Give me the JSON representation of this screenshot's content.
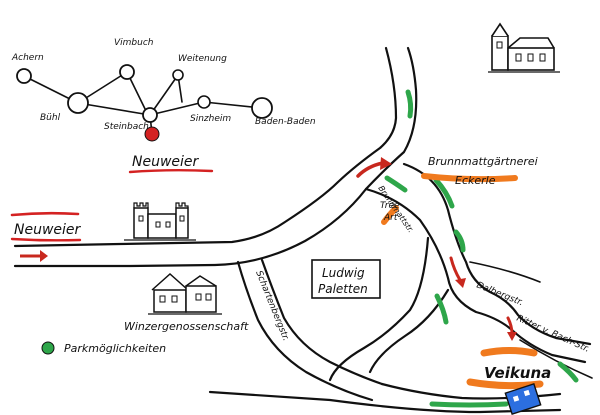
{
  "colors": {
    "ink": "#111111",
    "highlight_red": "#d42222",
    "highlight_orange": "#f07a1e",
    "parking_green": "#2ea64a",
    "arrow_red": "#c8281e",
    "water_blue": "#2c6fe0"
  },
  "overview": {
    "towns": [
      "Achern",
      "Vimbuch",
      "Weitenung",
      "Bühl",
      "Steinbach",
      "Sinzheim",
      "Baden-Baden"
    ],
    "highlight_town": "Neuweier"
  },
  "main": {
    "left_label": "Neuweier",
    "streets": {
      "brunnmatt": "Brunnmattstr.",
      "schartenberg": "Schartenbergstr.",
      "dalberg": "Dalbergstr.",
      "ritter": "Ritter v. Bach-Str."
    },
    "places": {
      "nursery_line1": "Brunnmattgärtnerei",
      "nursery_line2": "Eckerle",
      "tree_art_line1": "Tree",
      "tree_art_line2": "Art",
      "ludwig_line1": "Ludwig",
      "ludwig_line2": "Paletten",
      "winzer": "Winzergenossenschaft",
      "destination": "Veikuna"
    }
  },
  "legend": {
    "parking_label": "Parkmöglichkeiten"
  }
}
